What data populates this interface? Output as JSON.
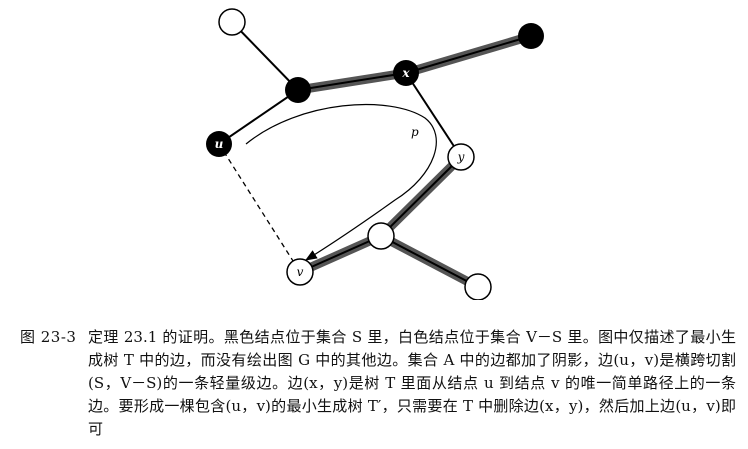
{
  "figure": {
    "node_labels": {
      "x": "x",
      "u": "u",
      "y": "y",
      "v": "v"
    },
    "path_label": "p"
  },
  "caption": {
    "label": "图 23-3",
    "text": "定理 23.1 的证明。黑色结点位于集合 S 里，白色结点位于集合 V－S 里。图中仅描述了最小生成树 T 中的边，而没有绘出图 G 中的其他边。集合 A 中的边都加了阴影，边(u，v)是横跨切割(S，V－S)的一条轻量级边。边(x，y)是树 T 里面从结点 u 到结点 v 的唯一简单路径上的一条边。要形成一棵包含(u，v)的最小生成树 T′，只需要在 T 中删除边(x，y)，然后加上边(u，v)即可"
  }
}
